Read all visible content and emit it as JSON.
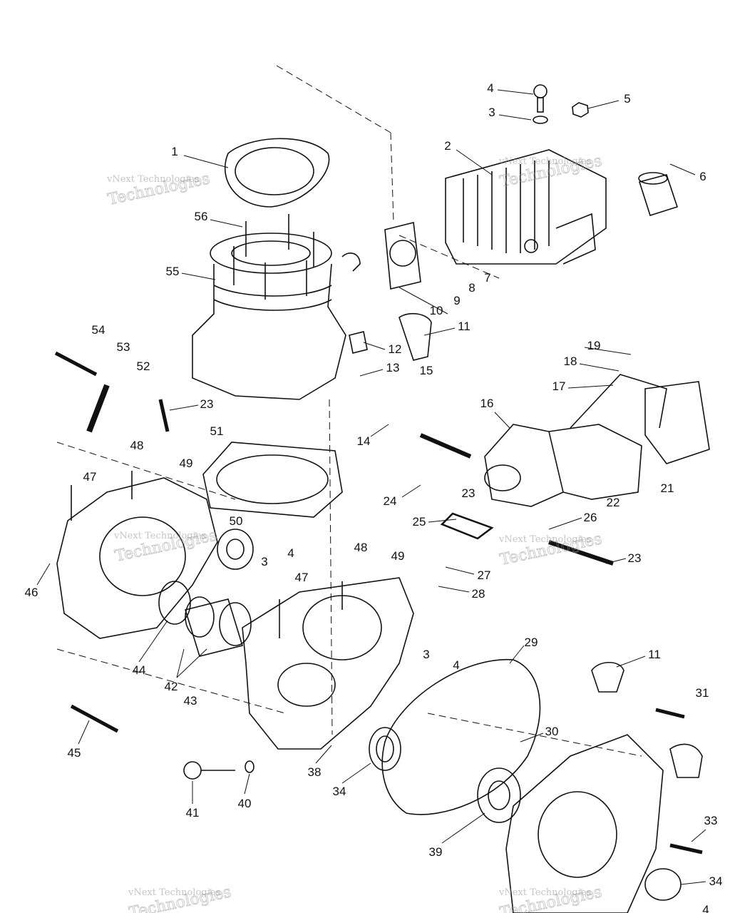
{
  "diagram": {
    "callouts": [
      "4",
      "3",
      "5",
      "2",
      "6",
      "1",
      "56",
      "55",
      "7",
      "8",
      "9",
      "10",
      "11",
      "12",
      "13",
      "15",
      "54",
      "53",
      "52",
      "23",
      "19",
      "18",
      "17",
      "16",
      "14",
      "51",
      "48",
      "49",
      "47",
      "24",
      "23",
      "22",
      "21",
      "25",
      "26",
      "50",
      "3",
      "4",
      "23",
      "47",
      "48",
      "49",
      "27",
      "28",
      "46",
      "29",
      "11",
      "3",
      "4",
      "44",
      "42",
      "43",
      "31",
      "45",
      "30",
      "38",
      "34",
      "41",
      "40",
      "39",
      "33",
      "34",
      "4"
    ],
    "watermark": {
      "line1": "vNext Technologies",
      "line2": "Technologies"
    }
  }
}
